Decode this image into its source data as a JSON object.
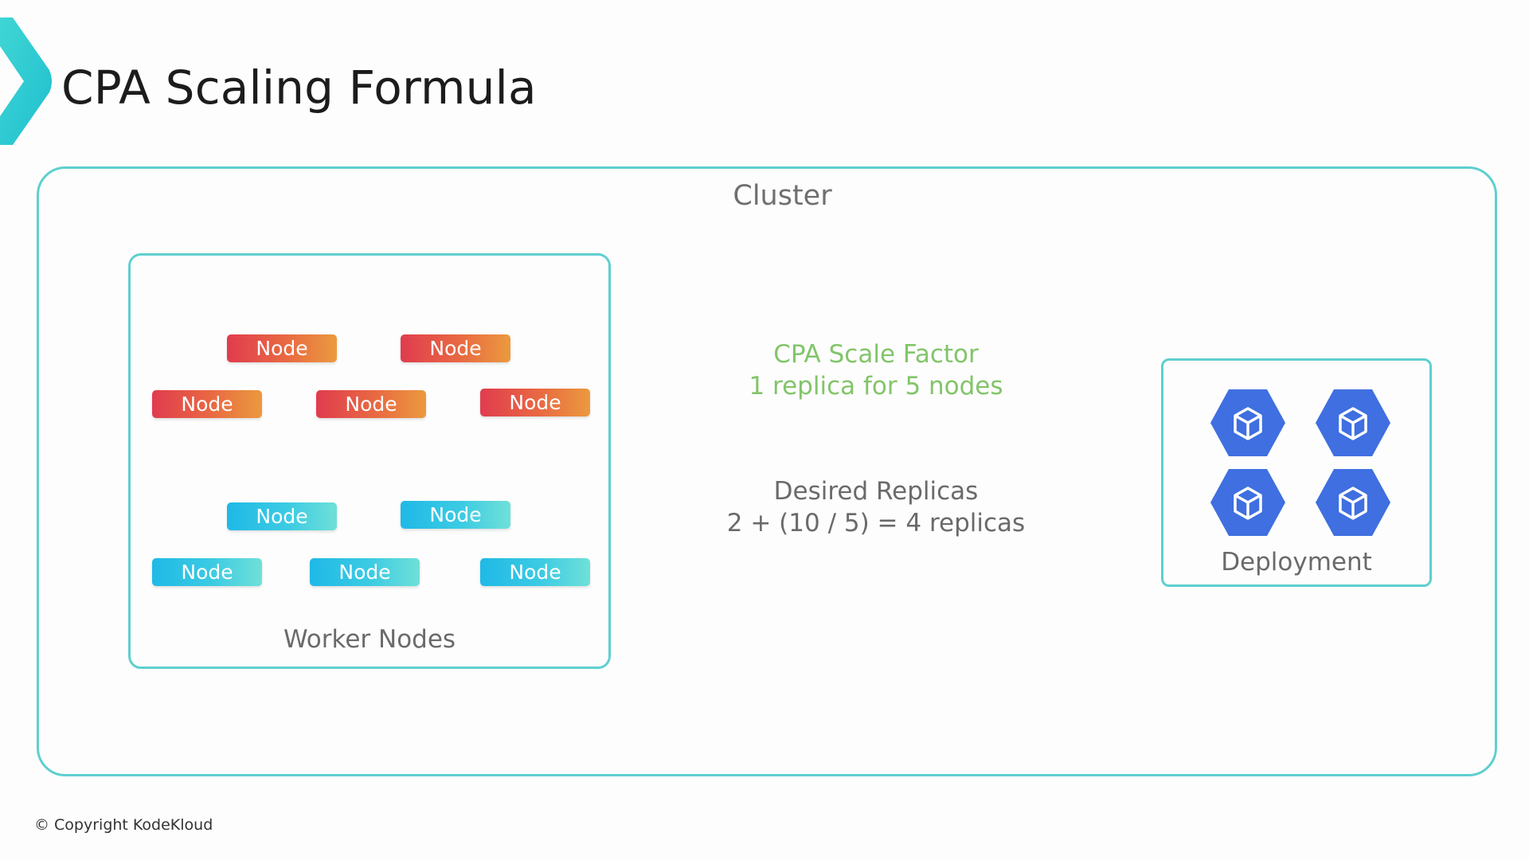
{
  "slide": {
    "title": "CPA Scaling Formula",
    "copyright": "© Copyright KodeKloud"
  },
  "colors": {
    "accent_teal": "#5fcfcf",
    "warm_node_start": "#e03c4e",
    "warm_node_end": "#eb9a3e",
    "cool_node_start": "#1fb9e6",
    "cool_node_end": "#6fe0d8",
    "scale_factor_text": "#82c56a",
    "pod_hexagon": "#3f6fe0"
  },
  "cluster": {
    "label": "Cluster"
  },
  "worker_nodes": {
    "label": "Worker Nodes",
    "warm_nodes": [
      "Node",
      "Node",
      "Node",
      "Node",
      "Node"
    ],
    "cool_nodes": [
      "Node",
      "Node",
      "Node",
      "Node",
      "Node"
    ]
  },
  "scale_factor": {
    "line1": "CPA Scale Factor",
    "line2": "1 replica for 5 nodes"
  },
  "desired_replicas": {
    "line1": "Desired Replicas",
    "line2": "2 + (10 / 5) = 4 replicas"
  },
  "deployment": {
    "label": "Deployment",
    "pod_icon": "kubernetes-pod-icon",
    "pod_count": 4
  }
}
